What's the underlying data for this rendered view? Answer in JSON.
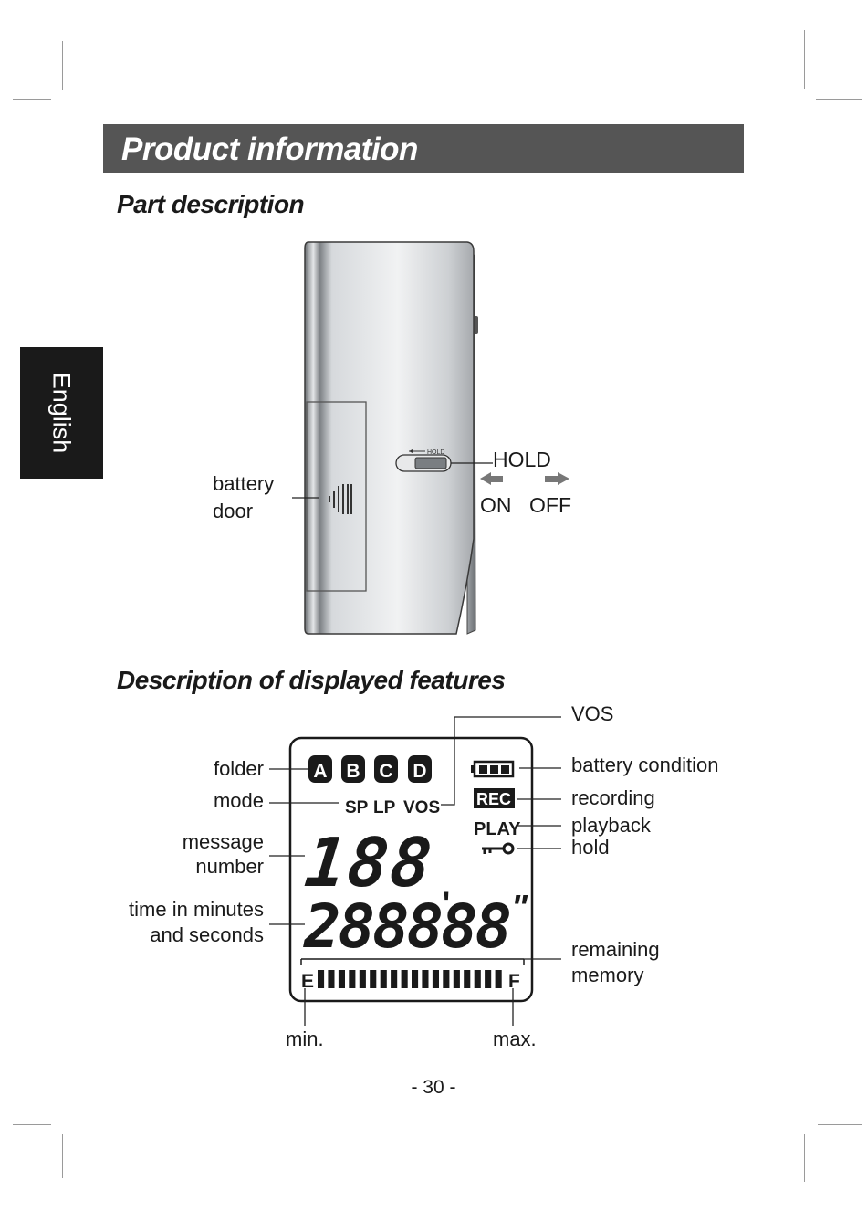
{
  "header": {
    "title": "Product information",
    "section_part": "Part description",
    "section_display": "Description of displayed features"
  },
  "language_tab": "English",
  "device_labels": {
    "battery_door_line1": "battery",
    "battery_door_line2": "door",
    "hold": "HOLD",
    "switch_small": "HOLD",
    "on": "ON",
    "off": "OFF"
  },
  "display_labels": {
    "vos": "VOS",
    "folder": "folder",
    "mode": "mode",
    "message_line1": "message",
    "message_line2": "number",
    "time_line1": "time in minutes",
    "time_line2": "and seconds",
    "battery_condition": "battery condition",
    "recording": "recording",
    "playback": "playback",
    "hold": "hold",
    "remaining_line1": "remaining",
    "remaining_line2": "memory",
    "min": "min.",
    "max": "max."
  },
  "lcd": {
    "folders": [
      "A",
      "B",
      "C",
      "D"
    ],
    "modes": [
      "SP",
      "LP",
      "VOS"
    ],
    "rec": "REC",
    "play": "PLAY",
    "message_digits": "188",
    "time_digits": "288888",
    "minute_mark": "'",
    "second_mark": "\"",
    "empty": "E",
    "full": "F",
    "memory_segments": 18
  },
  "page_number": "- 30 -",
  "colors": {
    "title_bar": "#555555",
    "tab": "#1a1a1a",
    "device_body": "#c8ccd0"
  }
}
